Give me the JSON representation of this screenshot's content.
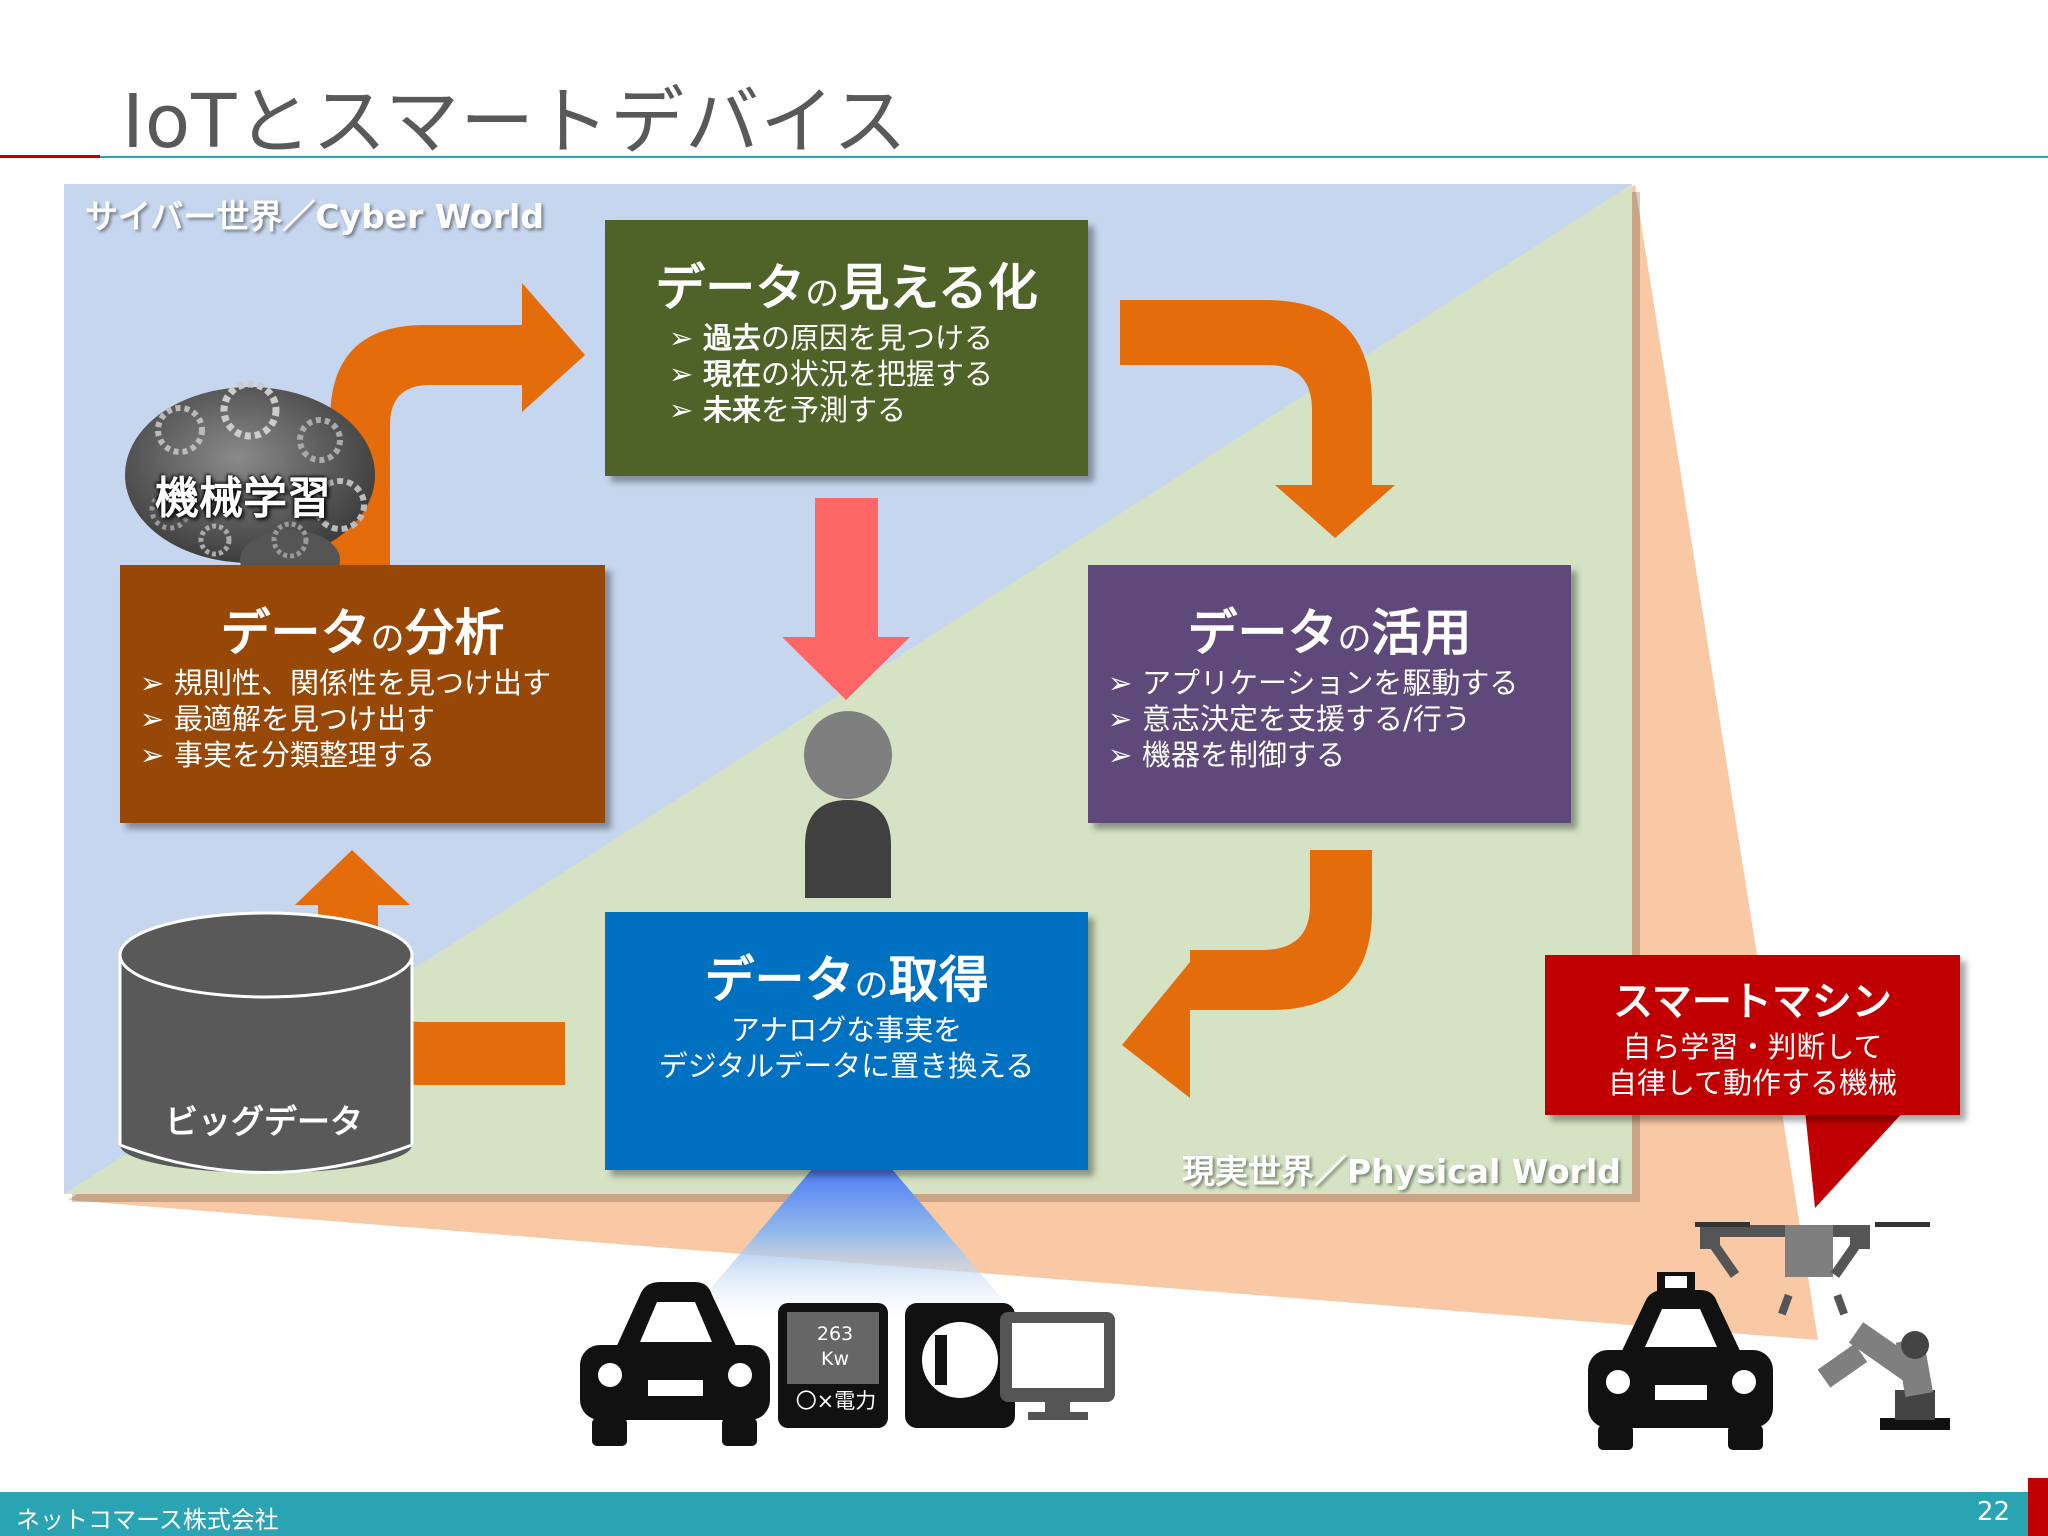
{
  "slide": {
    "title": "IoTとスマートデバイス"
  },
  "worlds": {
    "cyber": "サイバー世界／Cyber World",
    "physical": "現実世界／Physical World"
  },
  "boxes": {
    "visualize": {
      "title_main": "データ",
      "title_no": "の",
      "title_rest": "見える化",
      "bullets": [
        {
          "marker": "➢",
          "bold": "過去",
          "text": "の原因を見つける"
        },
        {
          "marker": "➢",
          "bold": "現在",
          "text": "の状況を把握する"
        },
        {
          "marker": "➢",
          "bold": "未来",
          "text": "を予測する"
        }
      ]
    },
    "analysis": {
      "title_main": "データ",
      "title_no": "の",
      "title_rest": "分析",
      "bullets": [
        {
          "marker": "➢",
          "text": "規則性、関係性を見つけ出す"
        },
        {
          "marker": "➢",
          "text": "最適解を見つけ出す"
        },
        {
          "marker": "➢",
          "text": "事実を分類整理する"
        }
      ]
    },
    "utilize": {
      "title_main": "データ",
      "title_no": "の",
      "title_rest": "活用",
      "bullets": [
        {
          "marker": "➢",
          "text": "アプリケーションを駆動する"
        },
        {
          "marker": "➢",
          "text": "意志決定を支援する/行う"
        },
        {
          "marker": "➢",
          "text": "機器を制御する"
        }
      ]
    },
    "acquire": {
      "title_main": "データ",
      "title_no": "の",
      "title_rest": "取得",
      "lines": [
        "アナログな事実を",
        "デジタルデータに置き換える"
      ]
    },
    "smart_machine": {
      "title": "スマートマシン",
      "lines": [
        "自ら学習・判断して",
        "自律して動作する機械"
      ]
    }
  },
  "labels": {
    "machine_learning": "機械学習",
    "big_data": "ビッグデータ"
  },
  "devices": {
    "meter_value": "263",
    "meter_unit": "Kw",
    "meter_caption": "〇×電力"
  },
  "footer": {
    "company": "ネットコマース株式会社",
    "page": "22"
  },
  "colors": {
    "cyber_bg": "#c6d6ee",
    "physical_bg": "#d5e3c4",
    "cone": "#f8c9a4",
    "visualize": "#4f6228",
    "analysis": "#974706",
    "utilize": "#5f497a",
    "acquire": "#0070c0",
    "smart_machine": "#c00000",
    "arrow_orange": "#e46c0a",
    "arrow_down": "#ff6666",
    "teal": "#2aa3b2",
    "red": "#c00000"
  },
  "icons": [
    "brain-gears-icon",
    "database-cylinder-icon",
    "person-icon",
    "car-icon",
    "power-meter-icon",
    "washing-machine-icon",
    "monitor-icon",
    "drone-icon",
    "taxi-icon",
    "robot-arm-icon"
  ]
}
